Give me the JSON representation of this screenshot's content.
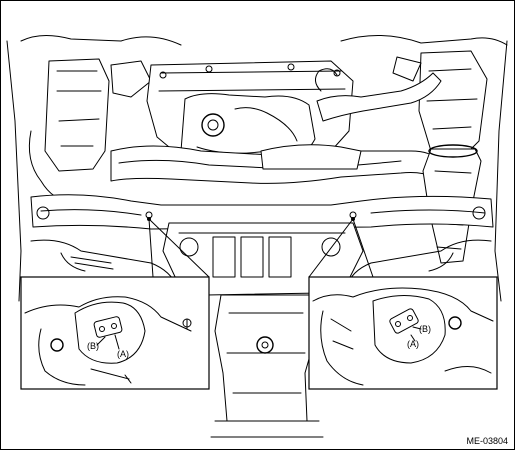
{
  "figure": {
    "code": "ME-03804",
    "inset_left": {
      "callout_a": "(A)",
      "callout_b": "(B)"
    },
    "inset_right": {
      "callout_a": "(A)",
      "callout_b": "(B)"
    }
  },
  "colors": {
    "line": "#000000",
    "background": "#ffffff"
  }
}
